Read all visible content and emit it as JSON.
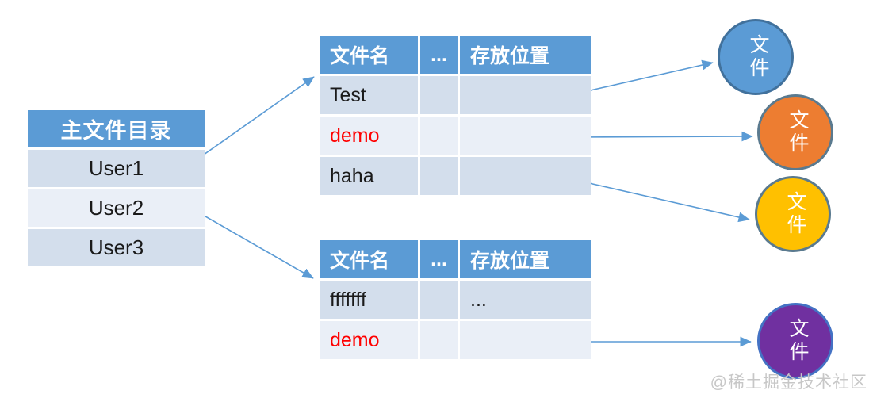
{
  "main_directory": {
    "title": "主文件目录",
    "rows": [
      "User1",
      "User2",
      "User3"
    ]
  },
  "file_table_headers": [
    "文件名",
    "...",
    "存放位置"
  ],
  "user1_file_table": {
    "rows": [
      {
        "file_name": "Test",
        "more": "",
        "location": ""
      },
      {
        "file_name": "demo",
        "more": "",
        "location": ""
      },
      {
        "file_name": "haha",
        "more": "",
        "location": ""
      }
    ]
  },
  "user2_file_table": {
    "rows": [
      {
        "file_name": "fffffff",
        "more": "",
        "location": "..."
      },
      {
        "file_name": "demo",
        "more": "",
        "location": ""
      }
    ]
  },
  "circles": [
    {
      "label": "文件",
      "fill": "#5B9BD5"
    },
    {
      "label": "文件",
      "fill": "#ED7D31"
    },
    {
      "label": "文件",
      "fill": "#FFC000"
    },
    {
      "label": "文件",
      "fill": "#7030A0"
    }
  ],
  "watermark": "@稀土掘金技术社区",
  "colors": {
    "header_blue": "#5B9BD5",
    "row_dark": "#D3DEEC",
    "row_light": "#EAEFF7",
    "arrow_blue": "#5B9BD5",
    "highlight_red": "#FF0000",
    "watermark_gray": "#C7C7C7"
  }
}
